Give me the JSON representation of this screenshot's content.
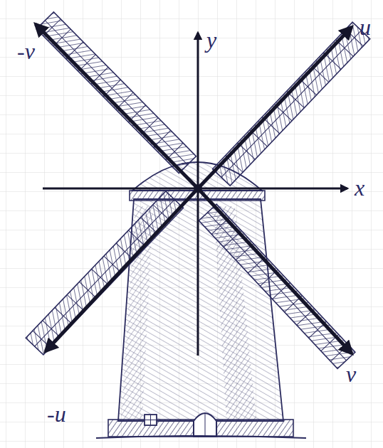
{
  "diagram": {
    "labels": [
      "y",
      "x",
      "u",
      "-v",
      "-u",
      "v"
    ]
  }
}
